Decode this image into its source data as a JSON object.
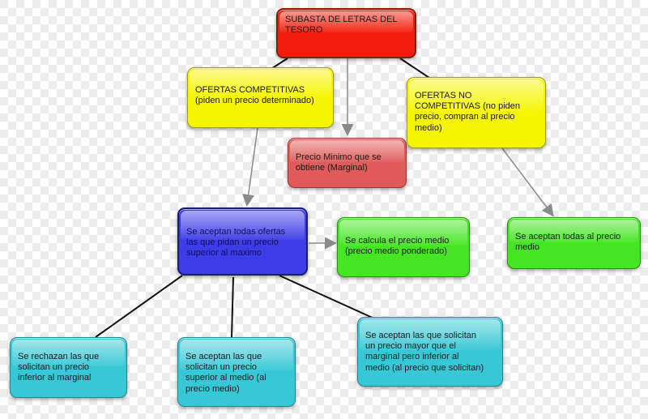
{
  "diagram": {
    "root": {
      "text": "SUBASTA DE LETRAS DEL\nTESORO",
      "color": "#f21d0d"
    },
    "competitive": {
      "text": "OFERTAS COMPETITIVAS\n(piden un precio determinado)",
      "color": "#f5f500"
    },
    "min_price": {
      "text": "Precio Minimo que se\nobtiene (Marginal)",
      "color": "#e05a5a"
    },
    "non_competitive": {
      "text": "OFERTAS NO\nCOMPETITIVAS (no piden\nprecio, compran al precio\nmedio)",
      "color": "#f5f500"
    },
    "accept_all_max": {
      "text": "Se aceptan todas ofertas\nlas que pidan un precio\nsuperior al maximo",
      "color": "#3c3ce8"
    },
    "average_price": {
      "text": "Se calcula el precio medio\n(precio medio ponderado)",
      "color": "#44e622"
    },
    "accept_all_avg": {
      "text": "Se aceptan todas al precio\nmedio",
      "color": "#44e622"
    },
    "reject_lower": {
      "text": "Se rechazan las que\nsolicitan un precio\ninferior al marginal",
      "color": "#36c8d6"
    },
    "accept_higher_avg": {
      "text": "Se aceptan las que\nsolicitan un precio\nsuperior al medio (al\nprecio medio)",
      "color": "#36c8d6"
    },
    "accept_between": {
      "text": "Se aceptan las que solicitan\nun precio mayor que el\nmarginal pero inferior al\nmedio (al precio que solicitan)",
      "color": "#36c8d6"
    }
  }
}
